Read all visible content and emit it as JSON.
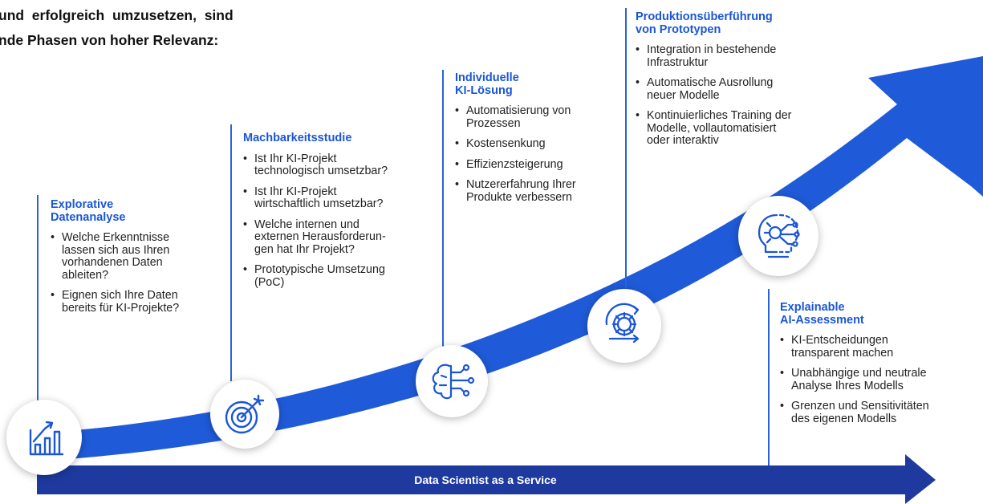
{
  "intro": {
    "line1": "und  erfolgreich  umzusetzen,  sind",
    "line2": "nde Phasen von hoher Relevanz:"
  },
  "colors": {
    "accent": "#1a56d6",
    "band": "#1e3a9e",
    "curve": "#1f5ad8"
  },
  "phases": [
    {
      "title": "Explorative\nDatenanalyse",
      "icon": "analytics-chart-icon",
      "bullets": [
        "Welche Erkenntnisse\nlassen sich aus Ihren\nvorhandenen Daten\nableiten?",
        "Eignen sich Ihre Daten\nbereits für KI-Projekte?"
      ]
    },
    {
      "title": "Machbarkeitsstudie",
      "icon": "target-icon",
      "bullets": [
        "Ist Ihr KI-Projekt\ntechnologisch umsetzbar?",
        "Ist Ihr KI-Projekt\nwirtschaftlich umsetzbar?",
        "Welche internen und\nexternen Herausforderun-\ngen hat Ihr Projekt?",
        "Prototypische Umsetzung\n(PoC)"
      ]
    },
    {
      "title": "Individuelle\nKI-Lösung",
      "icon": "brain-circuit-icon",
      "bullets": [
        "Automatisierung von\nProzessen",
        "Kostensenkung",
        "Effizienzsteigerung",
        "Nutzererfahrung Ihrer\nProdukte verbessern"
      ]
    },
    {
      "title": "Produktionsüberführung\nvon Prototypen",
      "icon": "gear-cycle-icon",
      "bullets": [
        "Integration in bestehende\nInfrastruktur",
        "Automatische Ausrollung\nneuer Modelle",
        "Kontinuierliches Training der\nModelle, vollautomatisiert\noder interaktiv"
      ]
    },
    {
      "title": "Explainable\nAI-Assessment",
      "icon": "lightbulb-gear-icon",
      "bullets": [
        "KI-Entscheidungen\ntransparent machen",
        "Unabhängige und neutrale\nAnalyse Ihres Modells",
        "Grenzen und Sensitivitäten\ndes eigenen Modells"
      ]
    }
  ],
  "band": {
    "label": "Data Scientist as a Service"
  }
}
